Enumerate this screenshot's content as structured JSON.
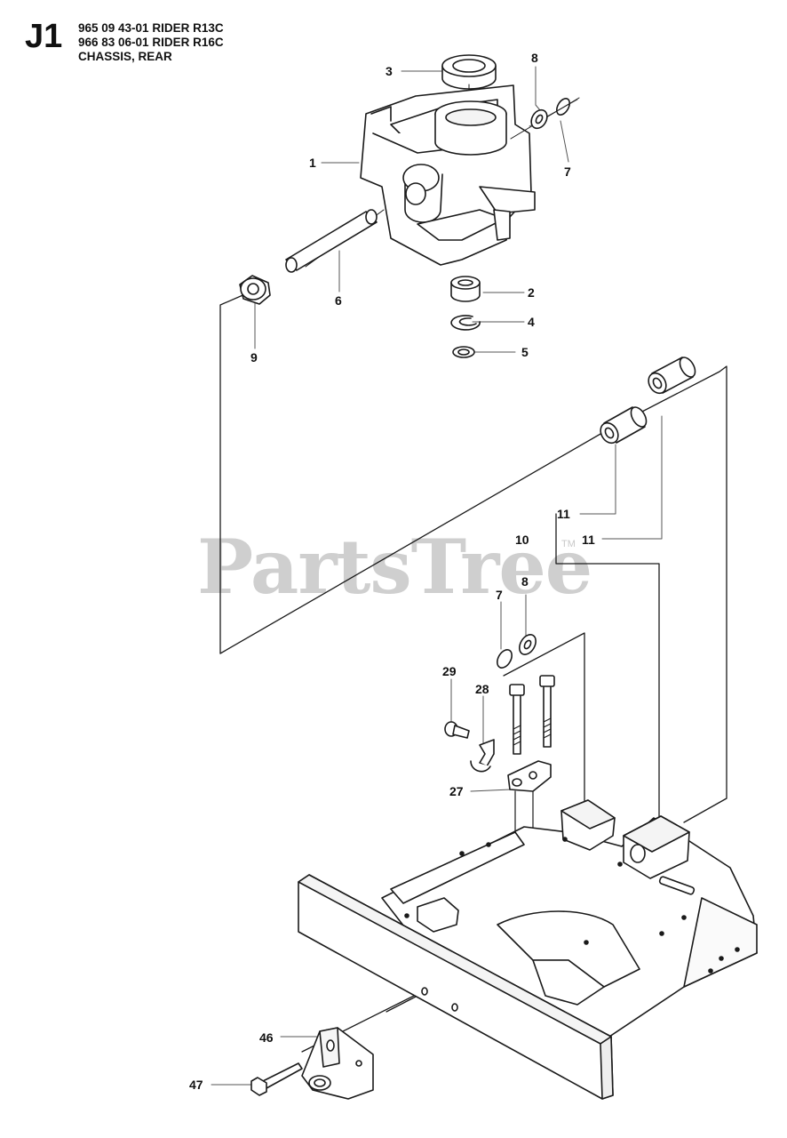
{
  "header": {
    "section_code": "J1",
    "lines": [
      "965 09 43-01 RIDER R13C",
      "966 83 06-01 RIDER R16C",
      "CHASSIS, REAR"
    ]
  },
  "watermark": {
    "text": "PartsTree",
    "trademark": "TM"
  },
  "callouts": {
    "c1": "1",
    "c2": "2",
    "c3": "3",
    "c4": "4",
    "c5": "5",
    "c6": "6",
    "c7_top": "7",
    "c8_top": "8",
    "c9": "9",
    "c10": "10",
    "c11_upper": "11",
    "c11_lower": "11",
    "c7_mid": "7",
    "c8_mid": "8",
    "c27": "27",
    "c28": "28",
    "c29": "29",
    "c46": "46",
    "c47": "47"
  },
  "colors": {
    "line": "#1a1a1a",
    "leader": "#555555",
    "watermark": "#cfcfcf",
    "part_fill": "#ffffff"
  }
}
